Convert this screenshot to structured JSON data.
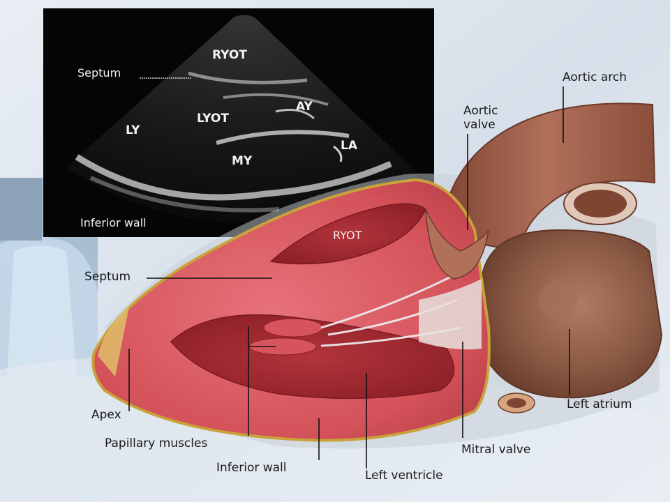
{
  "echo": {
    "labels": {
      "rvot": "RYOT",
      "septum": "Septum",
      "lv": "LY",
      "lvot": "LYOT",
      "av": "AY",
      "la": "LA",
      "mv": "MY",
      "inferior_wall": "Inferior wall"
    }
  },
  "heart": {
    "labels": {
      "rvot": "RYOT",
      "aortic_arch": "Aortic arch",
      "aortic_valve_line1": "Aortic",
      "aortic_valve_line2": "valve",
      "septum": "Septum",
      "apex": "Apex",
      "papillary_muscles": "Papillary muscles",
      "inferior_wall": "Inferior wall",
      "left_ventricle": "Left ventricle",
      "mitral_valve": "Mitral valve",
      "left_atrium": "Left atrium"
    }
  },
  "colors": {
    "background": "#dfe6ee",
    "echo_bg": "#050505",
    "myocardium": "#d9545a",
    "aorta": "#9a5a44",
    "atrium": "#8c5b45",
    "leader": "#111111"
  }
}
